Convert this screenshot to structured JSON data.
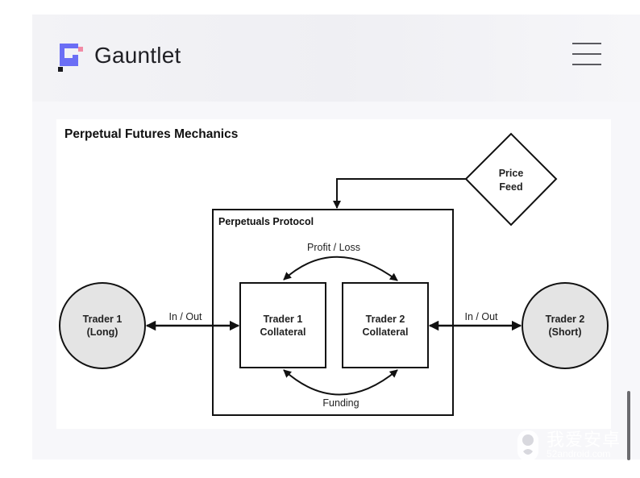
{
  "header": {
    "brand": "Gauntlet",
    "logo_icon": "gauntlet-logo-icon",
    "menu_icon": "hamburger-menu-icon"
  },
  "colors": {
    "logo_blue": "#6b6ef5",
    "logo_pink": "#f28ba6",
    "logo_black": "#1b1b1f",
    "node_fill": "#e4e4e4",
    "stroke": "#111111"
  },
  "diagram": {
    "title": "Perpetual Futures Mechanics",
    "price_feed": [
      "Price",
      "Feed"
    ],
    "protocol_label": "Perpetuals Protocol",
    "trader1_collateral": [
      "Trader 1",
      "Collateral"
    ],
    "trader2_collateral": [
      "Trader 2",
      "Collateral"
    ],
    "trader1": [
      "Trader 1",
      "(Long)"
    ],
    "trader2": [
      "Trader 2",
      "(Short)"
    ],
    "profit_loss": "Profit / Loss",
    "funding": "Funding",
    "in_out_left": "In / Out",
    "in_out_right": "In / Out"
  },
  "watermark": {
    "cn": "我爱安卓",
    "en": "52android.com"
  }
}
